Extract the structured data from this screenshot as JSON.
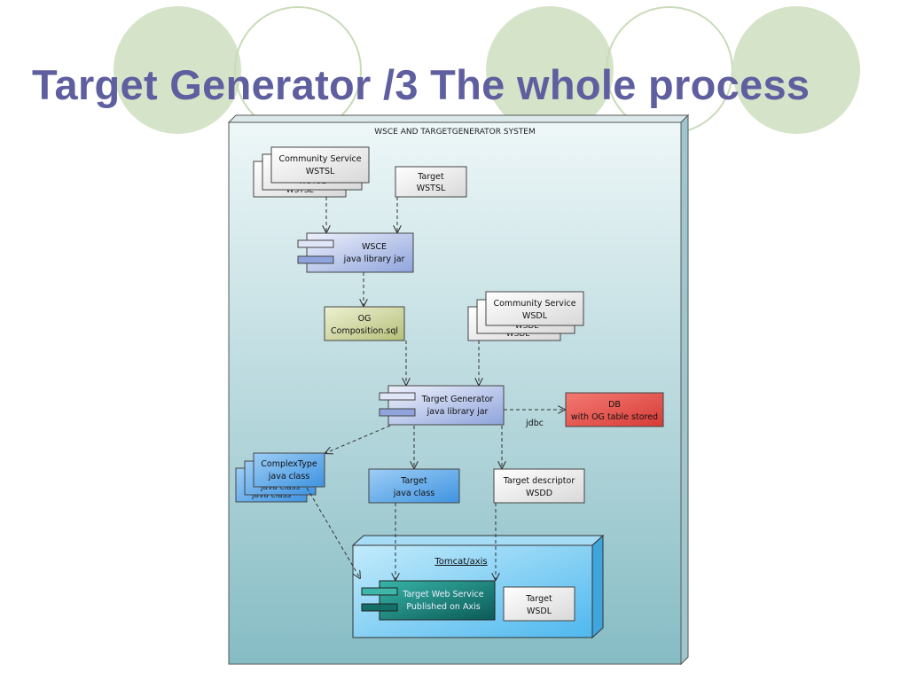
{
  "title": "Target Generator /3 The whole process",
  "colors": {
    "title": "#5f5fa0",
    "circle_fill": "#d5e4c8",
    "circle_outline": "#c9dbb9",
    "system_bg_top": "#eef7f8",
    "system_bg_bottom": "#86bcc4",
    "component": "#aabbe6",
    "og_box": "#c8d094",
    "db_box": "#e85450",
    "java_class": "#5fa6e6",
    "tomcat": "#7fd0f5",
    "web_service": "#1b8a80"
  },
  "diagram": {
    "system_label": "WSCE AND TARGETGENERATOR SYSTEM",
    "community_wstsl": {
      "line1": "Community Service",
      "line2": "WSTSL",
      "back_line1": "WSTSL",
      "back_line2": "WSTSL"
    },
    "target_wstsl": {
      "line1": "Target",
      "line2": "WSTSL"
    },
    "wsce": {
      "line1": "WSCE",
      "line2": "java library jar"
    },
    "og": {
      "line1": "OG",
      "line2": "Composition.sql"
    },
    "community_wsdl": {
      "line1": "Community Service",
      "line2": "WSDL",
      "back_line1": "WSDL",
      "back_line2": "WSDL"
    },
    "target_generator": {
      "line1": "Target Generator",
      "line2": "java library jar"
    },
    "db": {
      "line1": "DB",
      "line2": "with OG table stored"
    },
    "jdbc_label": "jdbc",
    "complextype": {
      "line1": "ComplexType",
      "line2": "java class",
      "back_line1": "java class",
      "back_line2": "java class"
    },
    "target_java": {
      "line1": "Target",
      "line2": "java class"
    },
    "target_wsdd": {
      "line1": "Target descriptor",
      "line2": "WSDD"
    },
    "tomcat_label": "Tomcat/axis",
    "web_service": {
      "line1": "Target Web Service",
      "line2": "Published on Axis"
    },
    "target_wsdl": {
      "line1": "Target",
      "line2": "WSDL"
    }
  }
}
